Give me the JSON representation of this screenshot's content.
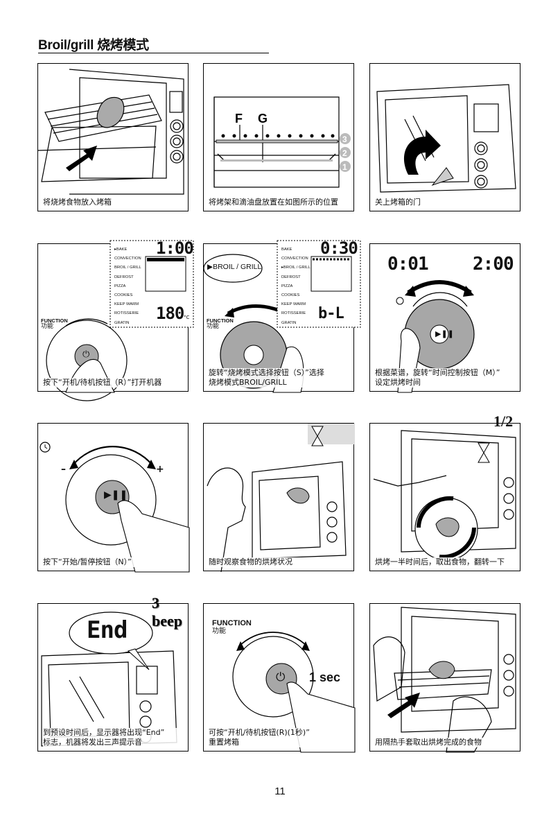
{
  "header": {
    "title": "Broil/grill 烧烤模式"
  },
  "steps": [
    {
      "caption": [
        "将烧烤食物放入烤箱"
      ]
    },
    {
      "caption": [
        "将烤架和滴油盘放置在如图所示的位置"
      ],
      "labels": {
        "f": "F",
        "g": "G",
        "pos3": "3",
        "pos2": "2",
        "pos1": "1"
      }
    },
    {
      "caption": [
        "关上烤箱的门"
      ]
    },
    {
      "caption": [
        "按下“开机/待机按钮（R）”打开机器"
      ],
      "display_time": "1:00",
      "display_temp": "180",
      "temp_unit": "°C"
    },
    {
      "caption": [
        "旋转“烧烤模式选择按钮（S）”选择",
        "烧烤模式BROIL/GRILL"
      ],
      "display_time": "0:30",
      "display_mode": "b-L",
      "bubble": "▶BROIL / GRILL"
    },
    {
      "caption": [
        "根据菜谱，旋转“时间控制按钮（M）”",
        "设定烘烤时间"
      ],
      "display_min": "0:01",
      "display_max": "2:00"
    },
    {
      "caption": [
        "按下“开始/暂停按钮（N）”"
      ],
      "minus": "–",
      "plus": "+"
    },
    {
      "caption": [
        "随时观察食物的烘烤状况"
      ]
    },
    {
      "caption": [
        "烘烤一半时间后，取出食物，翻转一下"
      ],
      "half": "1/2"
    },
    {
      "caption": [
        "到预设时间后，显示器将出现“End”",
        "标志，机器将发出三声提示音"
      ],
      "display": "End",
      "beep": "3 beep"
    },
    {
      "caption": [
        "可按“开机/待机按钮(R)(1秒)”",
        "重置烤箱"
      ],
      "hold": "1 sec"
    },
    {
      "caption": [
        "用隔热手套取出烘烤完成的食物"
      ]
    }
  ],
  "function_menu": [
    "BAKE",
    "CONVECTION",
    "BROIL / GRILL",
    "DEFROST",
    "PIZZA",
    "COOKIES",
    "KEEP WARM",
    "ROTISSERIE",
    "GRATIN"
  ],
  "function_label": {
    "en": "FUNCTION",
    "zh": "功能"
  },
  "page_number": "11",
  "colors": {
    "ink": "#000000",
    "knob_gray": "#a7a7a7",
    "panel_border": "#000000"
  }
}
